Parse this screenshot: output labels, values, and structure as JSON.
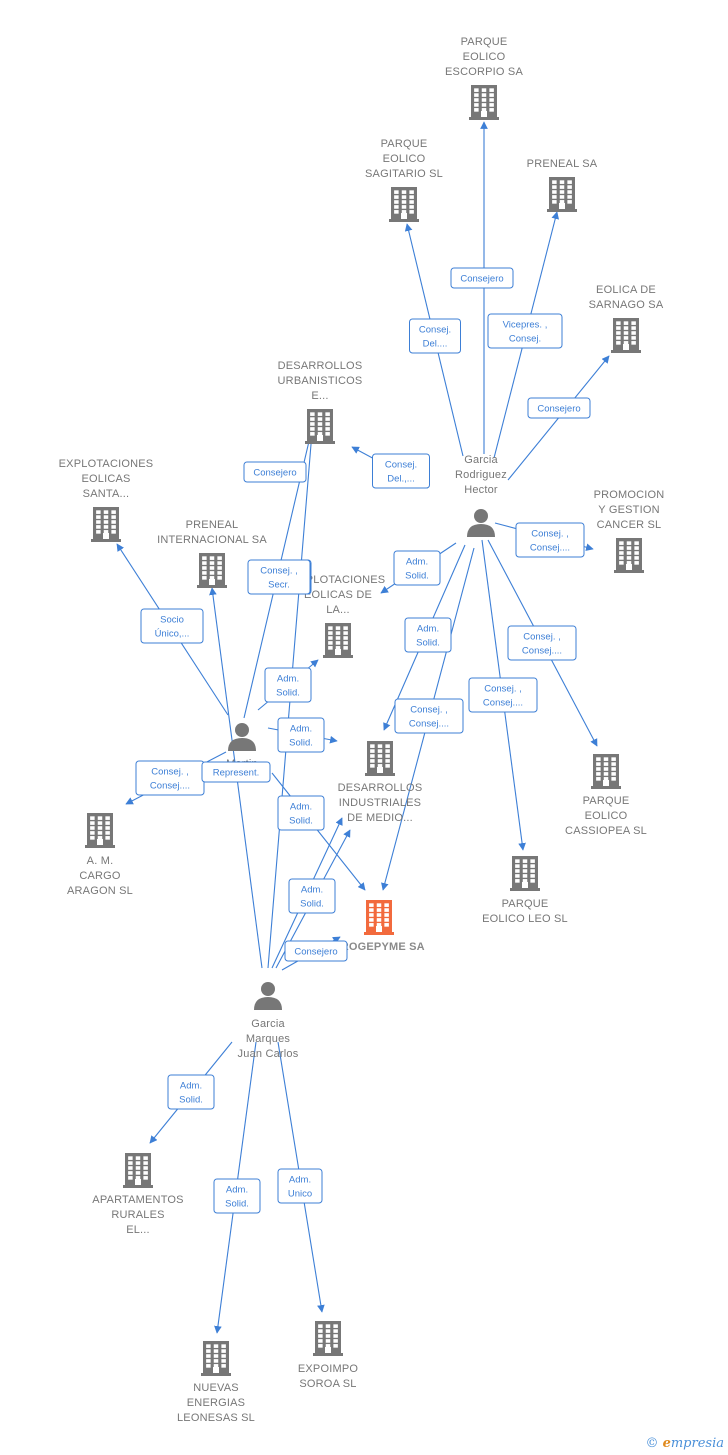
{
  "colors": {
    "edge": "#3d7fd6",
    "company": "#777777",
    "focus": "#f26a3d",
    "person": "#777777"
  },
  "footer": {
    "copyright": "©",
    "brand_initial": "e",
    "brand_rest": "mpresia"
  },
  "nodes": [
    {
      "id": "escorpio",
      "type": "company",
      "icon": "building-icon",
      "lines": [
        "PARQUE",
        "EOLICO",
        "ESCORPIO SA"
      ]
    },
    {
      "id": "sagitario",
      "type": "company",
      "icon": "building-icon",
      "lines": [
        "PARQUE",
        "EOLICO",
        "SAGITARIO SL"
      ]
    },
    {
      "id": "preneal_sa",
      "type": "company",
      "icon": "building-icon",
      "lines": [
        "PRENEAL SA"
      ]
    },
    {
      "id": "sarnago",
      "type": "company",
      "icon": "building-icon",
      "lines": [
        "EOLICA DE",
        "SARNAGO SA"
      ]
    },
    {
      "id": "des_urb",
      "type": "company",
      "icon": "building-icon",
      "lines": [
        "DESARROLLOS",
        "URBANISTICOS",
        "E..."
      ]
    },
    {
      "id": "expl_santa",
      "type": "company",
      "icon": "building-icon",
      "lines": [
        "EXPLOTACIONES",
        "EOLICAS",
        "SANTA..."
      ]
    },
    {
      "id": "preneal_int",
      "type": "company",
      "icon": "building-icon",
      "lines": [
        "PRENEAL",
        "INTERNACIONAL SA"
      ]
    },
    {
      "id": "promocion",
      "type": "company",
      "icon": "building-icon",
      "lines": [
        "PROMOCION",
        "Y GESTION",
        "CANCER SL"
      ]
    },
    {
      "id": "expl_la",
      "type": "company",
      "icon": "building-icon",
      "lines": [
        "EXPLOTACIONES",
        "EOLICAS DE",
        "LA..."
      ]
    },
    {
      "id": "des_ind",
      "type": "company",
      "icon": "building-icon",
      "lines": [
        "DESARROLLOS",
        "INDUSTRIALES",
        "DE MEDIO..."
      ]
    },
    {
      "id": "cassiopea",
      "type": "company",
      "icon": "building-icon",
      "lines": [
        "PARQUE",
        "EOLICO",
        "CASSIOPEA SL"
      ]
    },
    {
      "id": "cargo",
      "type": "company",
      "icon": "building-icon",
      "lines": [
        "A.  M.",
        "CARGO",
        "ARAGON SL"
      ]
    },
    {
      "id": "leo",
      "type": "company",
      "icon": "building-icon",
      "lines": [
        "PARQUE",
        "EOLICO LEO SL"
      ]
    },
    {
      "id": "progepyme",
      "type": "focus",
      "icon": "building-icon",
      "lines": [
        "PROGEPYME SA"
      ]
    },
    {
      "id": "apartamentos",
      "type": "company",
      "icon": "building-icon",
      "lines": [
        "APARTAMENTOS",
        "RURALES",
        "EL..."
      ]
    },
    {
      "id": "nuevas",
      "type": "company",
      "icon": "building-icon",
      "lines": [
        "NUEVAS",
        "ENERGIAS",
        "LEONESAS SL"
      ]
    },
    {
      "id": "expoimpo",
      "type": "company",
      "icon": "building-icon",
      "lines": [
        "EXPOIMPO",
        "SOROA SL"
      ]
    },
    {
      "id": "hector",
      "type": "person",
      "icon": "person-icon",
      "lines": [
        "Garcia",
        "Rodriguez",
        "Hector"
      ]
    },
    {
      "id": "martin",
      "type": "person",
      "icon": "person-icon",
      "lines": [
        "Martin",
        "Eduardo"
      ]
    },
    {
      "id": "juan",
      "type": "person",
      "icon": "person-icon",
      "lines": [
        "Garcia",
        "Marques",
        "Juan Carlos"
      ]
    }
  ],
  "edges": [
    {
      "from": "hector",
      "to": "escorpio",
      "label": [
        "Consejero"
      ]
    },
    {
      "from": "hector",
      "to": "sagitario",
      "label": [
        "Consej.",
        "Del...."
      ]
    },
    {
      "from": "hector",
      "to": "preneal_sa",
      "label": [
        "Vicepres. ,",
        "Consej."
      ]
    },
    {
      "from": "hector",
      "to": "sarnago",
      "label": [
        "Consejero"
      ]
    },
    {
      "from": "hector",
      "to": "des_urb",
      "label": [
        "Consej.",
        "Del.,..."
      ]
    },
    {
      "from": "hector",
      "to": "promocion",
      "label": [
        "Consej. ,",
        "Consej...."
      ]
    },
    {
      "from": "hector",
      "to": "expl_la",
      "label": [
        "Adm.",
        "Solid."
      ]
    },
    {
      "from": "hector",
      "to": "des_ind",
      "label": [
        "Adm.",
        "Solid."
      ]
    },
    {
      "from": "hector",
      "to": "progepyme",
      "label": [
        "Consej. ,",
        "Consej...."
      ]
    },
    {
      "from": "hector",
      "to": "cassiopea",
      "label": [
        "Consej. ,",
        "Consej...."
      ]
    },
    {
      "from": "hector",
      "to": "leo",
      "label": [
        "Consej. ,",
        "Consej...."
      ]
    },
    {
      "from": "martin",
      "to": "des_urb",
      "label": [
        "Consej. ,",
        "Secr."
      ]
    },
    {
      "from": "martin",
      "to": "expl_santa",
      "label": [
        "Socio",
        "Único,..."
      ]
    },
    {
      "from": "martin",
      "to": "expl_la",
      "label": [
        "Adm.",
        "Solid."
      ]
    },
    {
      "from": "martin",
      "to": "des_ind",
      "label": [
        "Adm.",
        "Solid."
      ]
    },
    {
      "from": "martin",
      "to": "cargo",
      "label": [
        "Consej. ,",
        "Consej...."
      ]
    },
    {
      "from": "martin",
      "to": "progepyme",
      "label": [
        "Represent."
      ]
    },
    {
      "from": "juan",
      "to": "des_urb",
      "label": [
        "Consejero"
      ]
    },
    {
      "from": "juan",
      "to": "preneal_int",
      "label": [
        "Consej. ,",
        "Secr."
      ]
    },
    {
      "from": "juan",
      "to": "des_ind",
      "label": [
        "Adm.",
        "Solid."
      ]
    },
    {
      "from": "juan",
      "to": "progepyme",
      "label": [
        "Adm.",
        "Solid."
      ]
    },
    {
      "from": "juan",
      "to": "progepyme",
      "label": [
        "Consejero"
      ]
    },
    {
      "from": "juan",
      "to": "apartamentos",
      "label": [
        "Adm.",
        "Solid."
      ]
    },
    {
      "from": "juan",
      "to": "nuevas",
      "label": [
        "Adm.",
        "Solid."
      ]
    },
    {
      "from": "juan",
      "to": "expoimpo",
      "label": [
        "Adm.",
        "Unico"
      ]
    }
  ]
}
